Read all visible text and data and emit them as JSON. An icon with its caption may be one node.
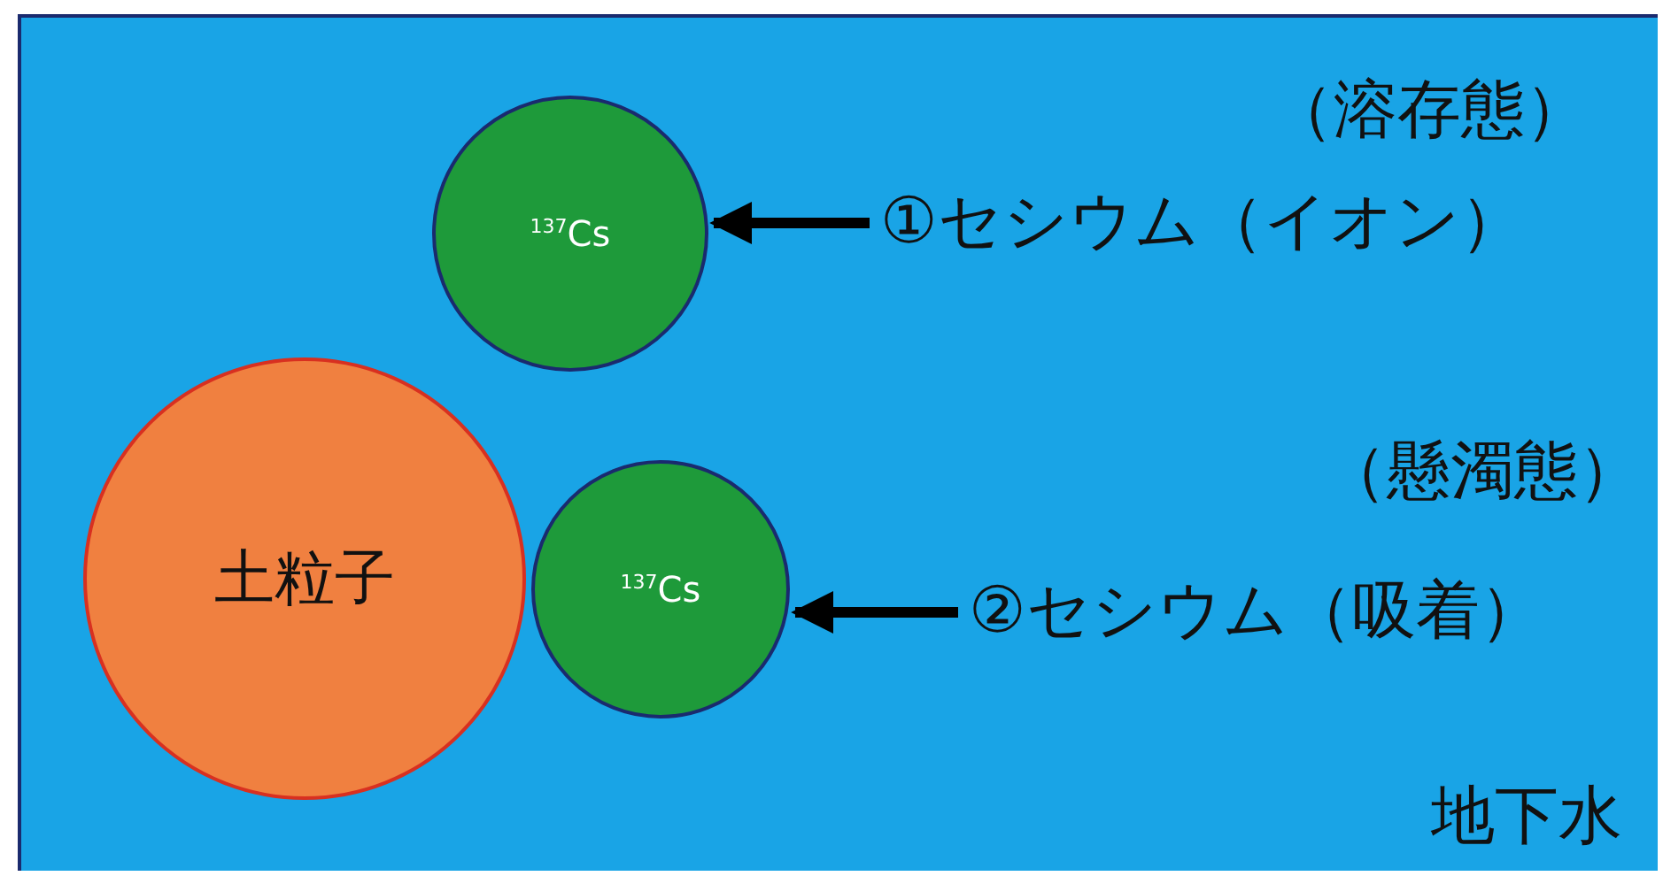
{
  "diagram": {
    "nodes": [
      {
        "text": [
          "地下水"
        ]
      },
      {
        "text": [
          "$^{137}$Cs"
        ],
        "in": 0
      },
      {
        "text": [
          "①セシウム（イオン）"
        ],
        "in": 0
      },
      {
        "text": [
          "土粒子"
        ],
        "in": 0
      },
      {
        "text": [
          "$^{137}$Cs"
        ],
        "in": 0
      },
      {
        "text": [
          "②セシウム（吸着）"
        ],
        "in": 0
      }
    ],
    "edges": [
      {
        "from": 2,
        "to": 1,
        "arrow": "to"
      },
      {
        "from": 5,
        "to": 4,
        "arrow": "to"
      }
    ],
    "labels": [
      "（溶存態）",
      "（懸濁態）"
    ]
  }
}
